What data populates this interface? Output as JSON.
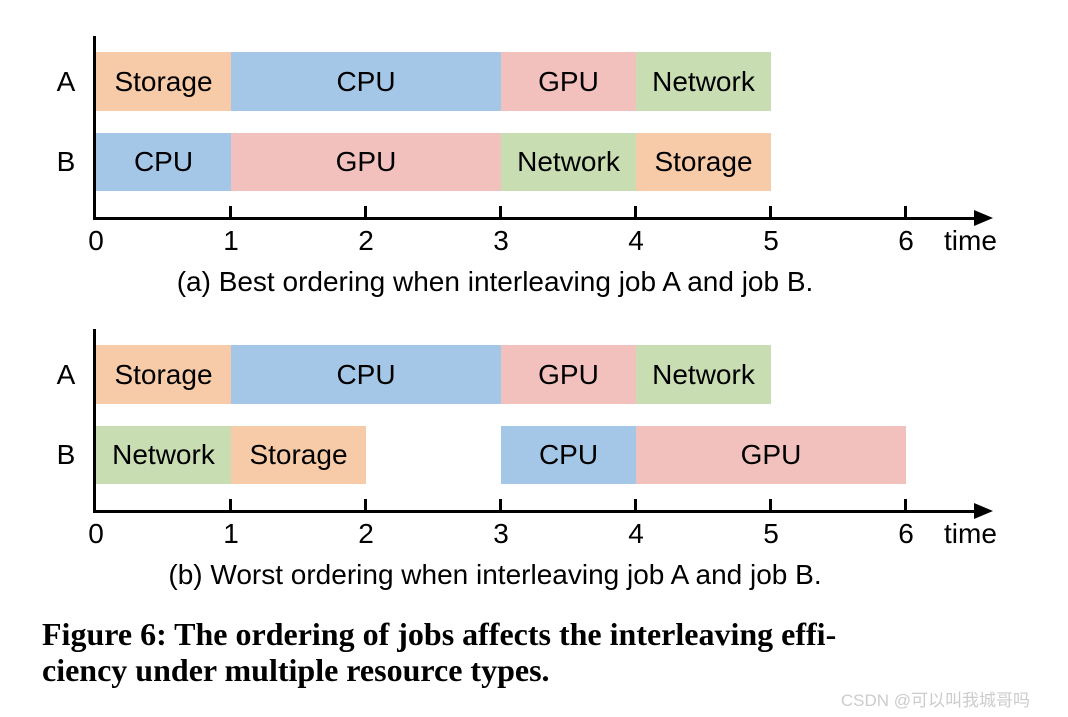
{
  "figure": {
    "caption_line1": "Figure 6: The ordering of jobs affects the interleaving effi-",
    "caption_line2": "ciency under multiple resource types."
  },
  "watermark": "CSDN @可以叫我城哥吗",
  "colors": {
    "Storage": "#f7cba8",
    "CPU": "#a4c7e8",
    "GPU": "#f2c1be",
    "Network": "#c8deb2",
    "axis": "#000000",
    "text": "#000000",
    "watermark": "#cccccc"
  },
  "chart_data": [
    {
      "type": "bar",
      "subtype": "gantt-timeline",
      "panel": "a",
      "caption": "(a) Best ordering when interleaving job A and job B.",
      "xlabel": "time",
      "ticks": [
        0,
        1,
        2,
        3,
        4,
        5,
        6
      ],
      "xlim": [
        0,
        6.6
      ],
      "grid": false,
      "rows": [
        {
          "label": "A",
          "segments": [
            {
              "name": "Storage",
              "start": 0,
              "end": 1
            },
            {
              "name": "CPU",
              "start": 1,
              "end": 3
            },
            {
              "name": "GPU",
              "start": 3,
              "end": 4
            },
            {
              "name": "Network",
              "start": 4,
              "end": 5
            }
          ]
        },
        {
          "label": "B",
          "segments": [
            {
              "name": "CPU",
              "start": 0,
              "end": 1
            },
            {
              "name": "GPU",
              "start": 1,
              "end": 3
            },
            {
              "name": "Network",
              "start": 3,
              "end": 4
            },
            {
              "name": "Storage",
              "start": 4,
              "end": 5
            }
          ]
        }
      ]
    },
    {
      "type": "bar",
      "subtype": "gantt-timeline",
      "panel": "b",
      "caption": "(b) Worst ordering when interleaving job A and job B.",
      "xlabel": "time",
      "ticks": [
        0,
        1,
        2,
        3,
        4,
        5,
        6
      ],
      "xlim": [
        0,
        6.6
      ],
      "grid": false,
      "rows": [
        {
          "label": "A",
          "segments": [
            {
              "name": "Storage",
              "start": 0,
              "end": 1
            },
            {
              "name": "CPU",
              "start": 1,
              "end": 3
            },
            {
              "name": "GPU",
              "start": 3,
              "end": 4
            },
            {
              "name": "Network",
              "start": 4,
              "end": 5
            }
          ]
        },
        {
          "label": "B",
          "segments": [
            {
              "name": "Network",
              "start": 0,
              "end": 1
            },
            {
              "name": "Storage",
              "start": 1,
              "end": 2
            },
            {
              "name": "CPU",
              "start": 3,
              "end": 4
            },
            {
              "name": "GPU",
              "start": 4,
              "end": 6
            }
          ]
        }
      ]
    }
  ]
}
